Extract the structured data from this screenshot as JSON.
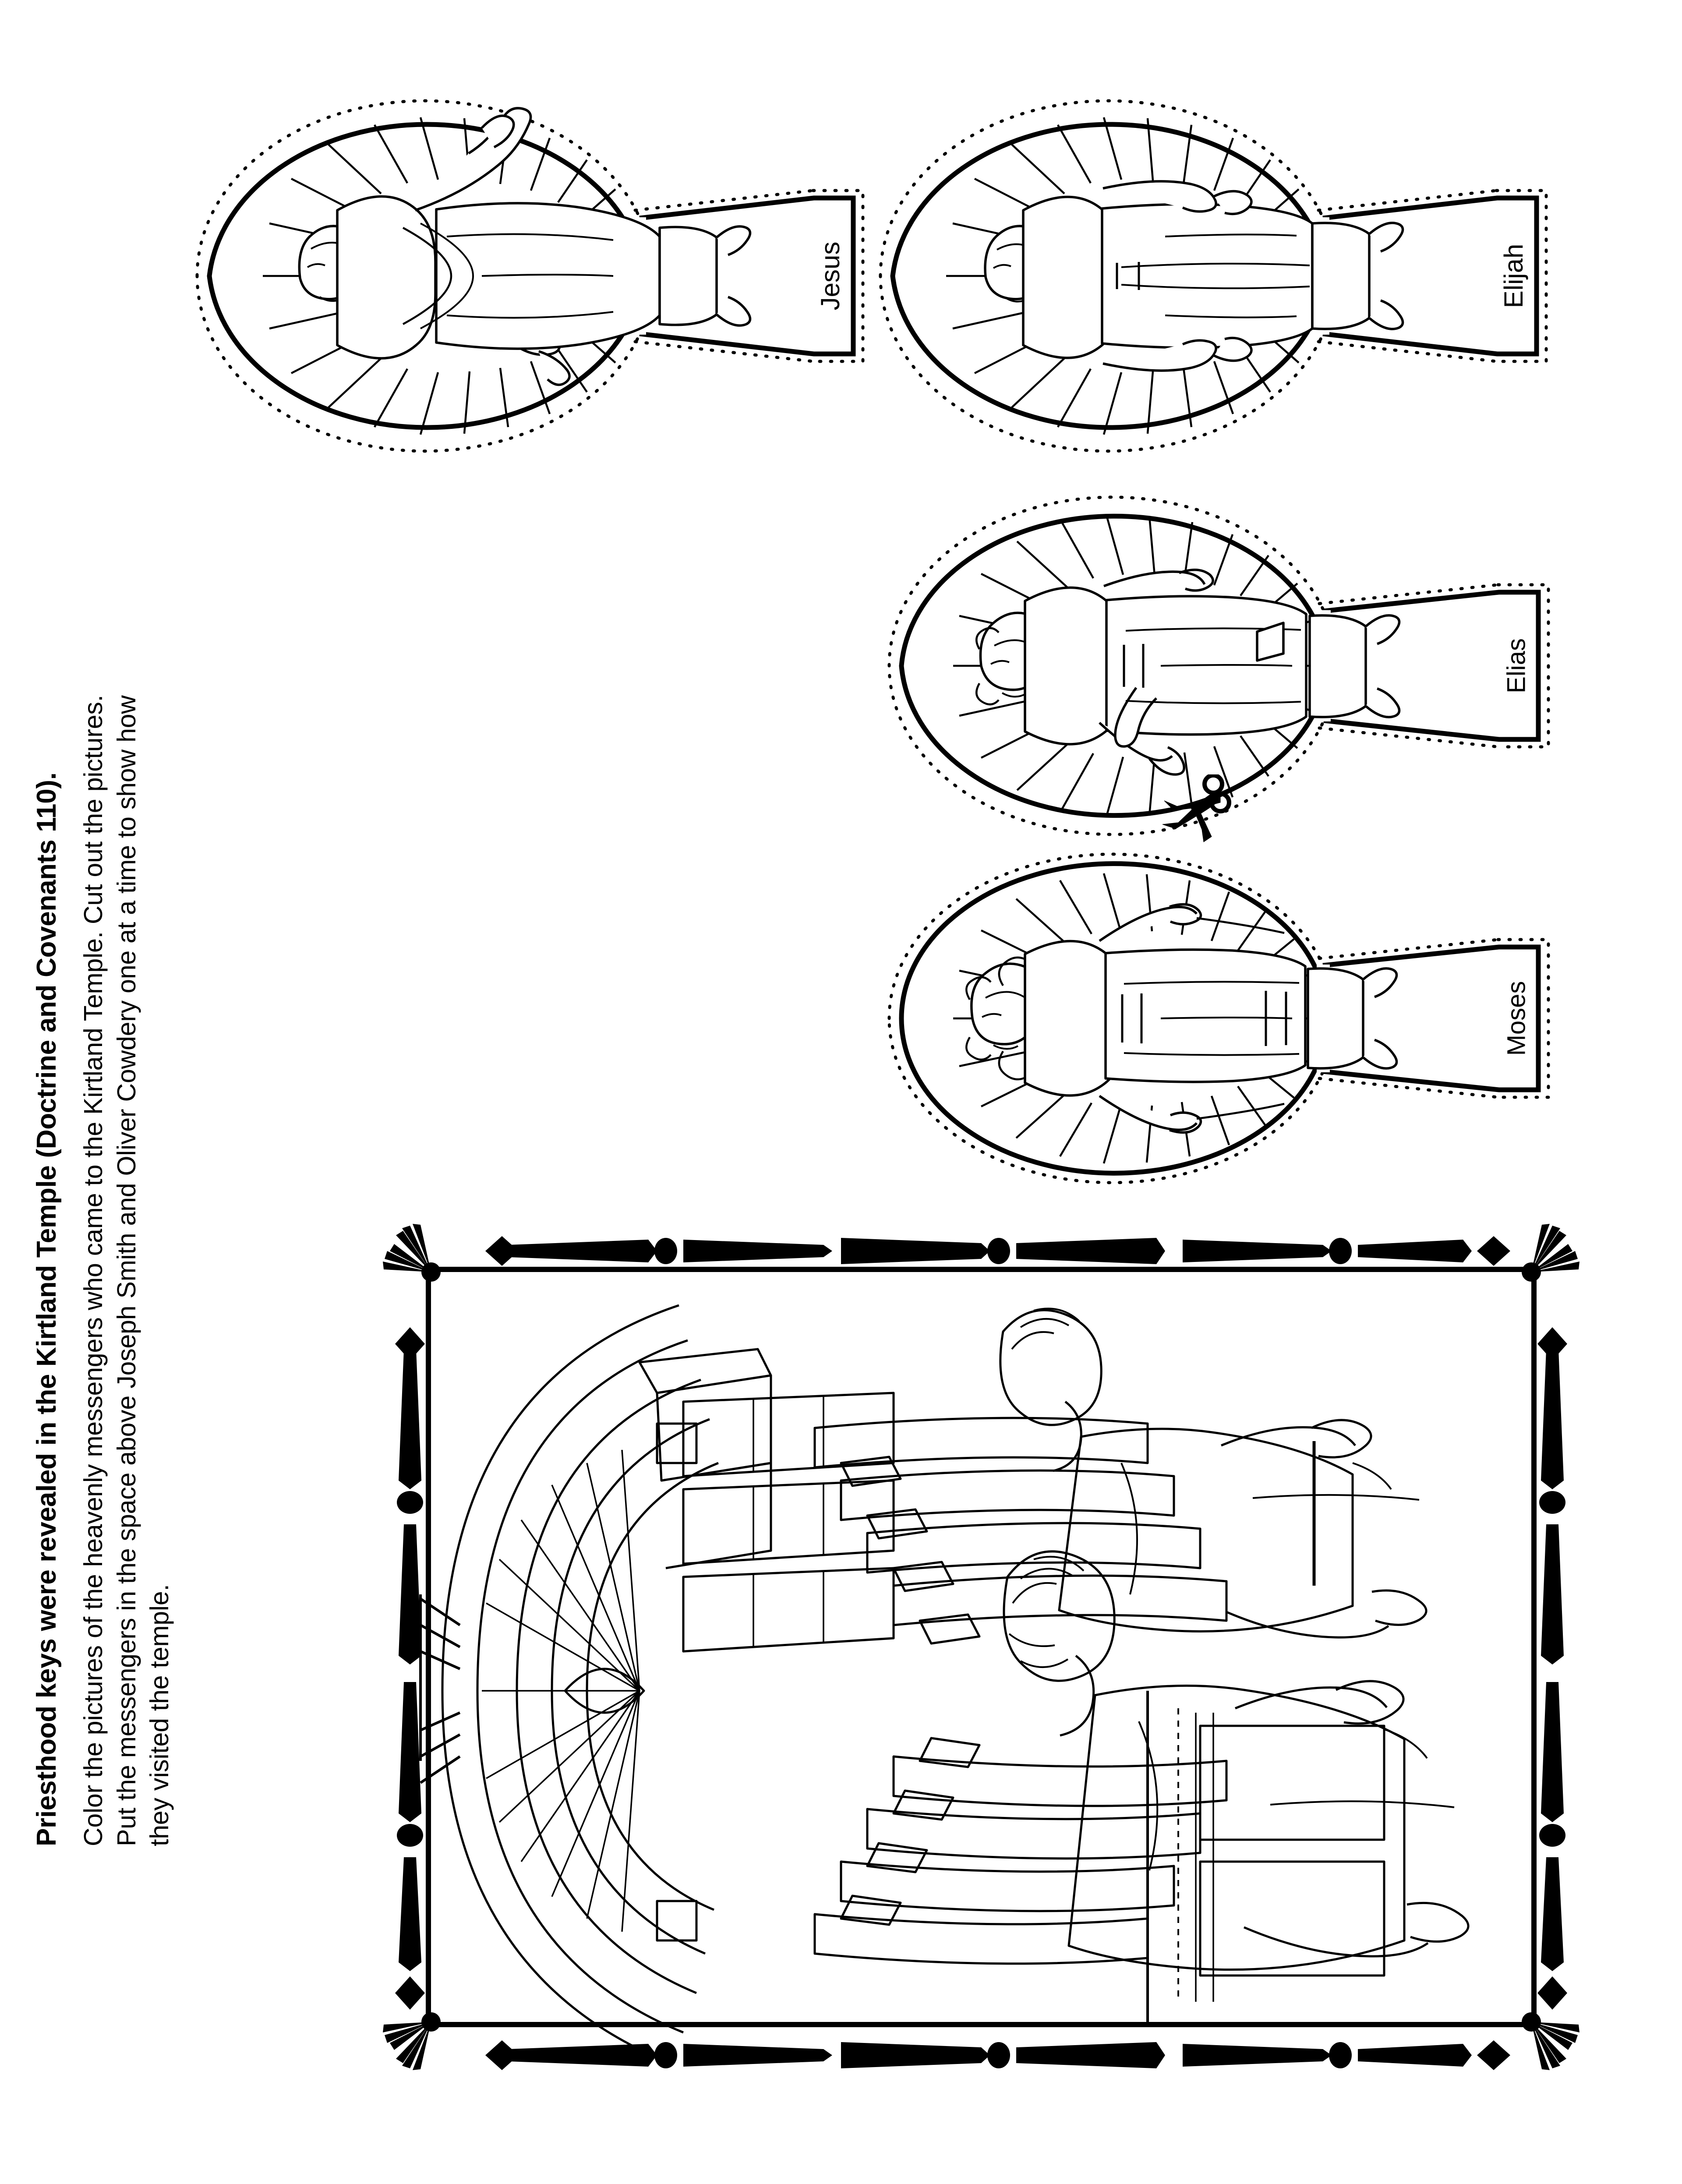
{
  "page": {
    "kind": "coloring-activity-page",
    "orientation": "text rotated 90 degrees counter-clockwise",
    "background_color": "#ffffff",
    "ink_color": "#000000"
  },
  "heading": {
    "title": "Priesthood keys were revealed in the Kirtland Temple (Doctrine and Covenants 110)."
  },
  "instructions": {
    "full_text": "Color the pictures of the heavenly messengers who came to the Kirtland Temple. Cut out the pictures. Put the messengers in the space above Joseph Smith and Oliver Cowdery one at a time to show how they visited the temple.",
    "lines": [
      "Color the pictures of the heavenly messengers who came to the Kirtland Temple. Cut out the pictures.",
      "Put the messengers in the space above Joseph Smith and Oliver Cowdery one at a time to show how",
      "they visited the temple."
    ]
  },
  "cutouts": {
    "label": "heavenly messenger cut-out figures",
    "items": [
      {
        "name": "Jesus",
        "tab_label": "Jesus",
        "pose": "right hand raised, left hand at waist"
      },
      {
        "name": "Elijah",
        "tab_label": "Elijah",
        "pose": "both hands lowered, sash across robe"
      },
      {
        "name": "Elias",
        "tab_label": "Elias",
        "pose": "left hand raised open palm"
      },
      {
        "name": "Moses",
        "tab_label": "Moses",
        "pose": "both arms folded across, bearded"
      }
    ]
  },
  "cut_marker": {
    "icon": "scissors-icon",
    "hint": "cut along the dotted line"
  },
  "illustration": {
    "title": "Joseph Smith and Oliver Cowdery kneeling in prayer at the Kirtland Temple pulpits",
    "border_style": "decorative diamond-and-spear frame with corner fan bursts",
    "figures": [
      "Joseph Smith",
      "Oliver Cowdery"
    ]
  }
}
